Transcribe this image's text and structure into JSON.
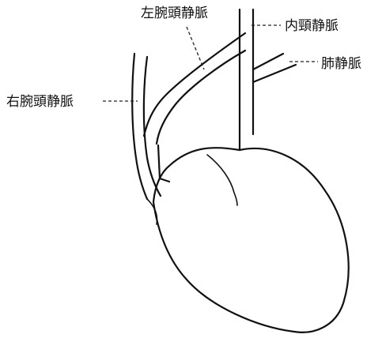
{
  "labels": {
    "left_brachiocephalic": "左腕頭静脈",
    "right_brachiocephalic": "右腕頭静脈",
    "internal_jugular": "内頸静脈",
    "pulmonary_vein": "肺静脈"
  },
  "colors": {
    "line": "#111111",
    "background": "#ffffff"
  }
}
